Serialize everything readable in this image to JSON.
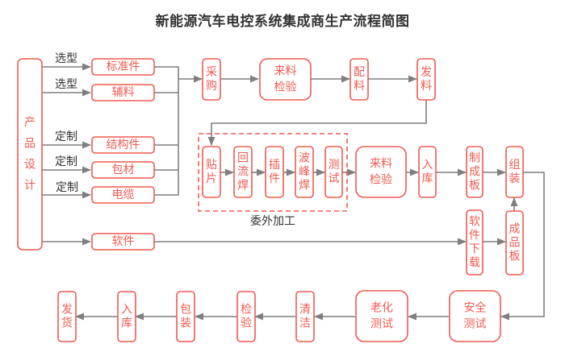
{
  "title": "新能源汽车电控系统集成商生产流程简图",
  "colors": {
    "node_border": "#f05a50",
    "node_text": "#f05a50",
    "edge": "#7f7f7f",
    "label": "#333333"
  },
  "nodes": {
    "design": "产品设计",
    "standard_parts": "标准件",
    "auxiliary": "辅料",
    "structural": "结构件",
    "packaging_material": "包材",
    "cable": "电缆",
    "software": "软件",
    "purchase": "采购",
    "incoming_inspection_1": "来料检验",
    "batching": "配料",
    "issuing": "发料",
    "smt": "贴片",
    "reflow": "回流焊",
    "insertion": "插件",
    "wave_solder": "波峰焊",
    "test": "测试",
    "incoming_inspection_2": "来料检验",
    "warehousing_1": "入库",
    "board_making": "制成板",
    "assembly": "组装",
    "software_download": "软件下载",
    "finished_board": "成品板",
    "safety_test": "安全测试",
    "aging_test": "老化测试",
    "cleaning": "清洁",
    "inspection": "检验",
    "packing": "包装",
    "warehousing_2": "入库",
    "shipping": "发货"
  },
  "edge_labels": {
    "select_1": "选型",
    "select_2": "选型",
    "custom_1": "定制",
    "custom_2": "定制",
    "custom_3": "定制"
  },
  "group_label": "委外加工"
}
